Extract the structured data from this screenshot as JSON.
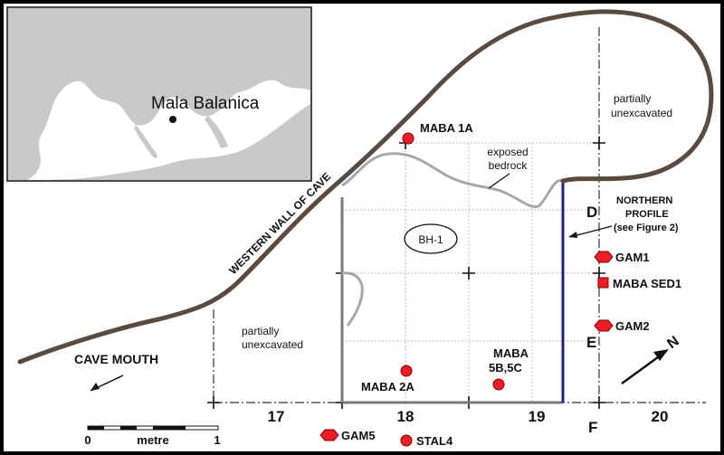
{
  "inset": {
    "site_label": "Mala Balanica"
  },
  "labels": {
    "western_wall": "WESTERN WALL OF CAVE",
    "exposed_bedrock_1": "exposed",
    "exposed_bedrock_2": "bedrock",
    "unexcavated_ne_1": "partially",
    "unexcavated_ne_2": "unexcavated",
    "unexcavated_sw_1": "partially",
    "unexcavated_sw_2": "unexcavated",
    "cave_mouth": "CAVE MOUTH",
    "bh1": "BH-1",
    "northern_profile_1": "NORTHERN",
    "northern_profile_2": "PROFILE",
    "northern_profile_3": "(see Figure 2)"
  },
  "grid": {
    "columns": [
      "17",
      "18",
      "19",
      "20"
    ],
    "rows": [
      "D",
      "E",
      "F"
    ]
  },
  "samples": {
    "maba_1a": "MABA 1A",
    "maba_2a": "MABA 2A",
    "maba_5b_1": "MABA",
    "maba_5b_2": "5B,5C",
    "gam1": "GAM1",
    "maba_sed1": "MABA SED1",
    "gam2": "GAM2",
    "gam5": "GAM5",
    "stal4": "STAL4"
  },
  "scale": {
    "zero": "0",
    "unit": "metre",
    "one": "1"
  },
  "north": {
    "label": "N"
  },
  "colors": {
    "background": "#000000",
    "map_paper": "#ffffff",
    "cave_wall": "#5a4a3f",
    "bedrock_line": "#a8a8a8",
    "excavation_outline": "#7a7a7a",
    "northern_profile": "#1c1c9a",
    "sample_marker": "#ee1c24",
    "inset_land": "#c9c9c9",
    "inset_sea": "#ffffff"
  }
}
